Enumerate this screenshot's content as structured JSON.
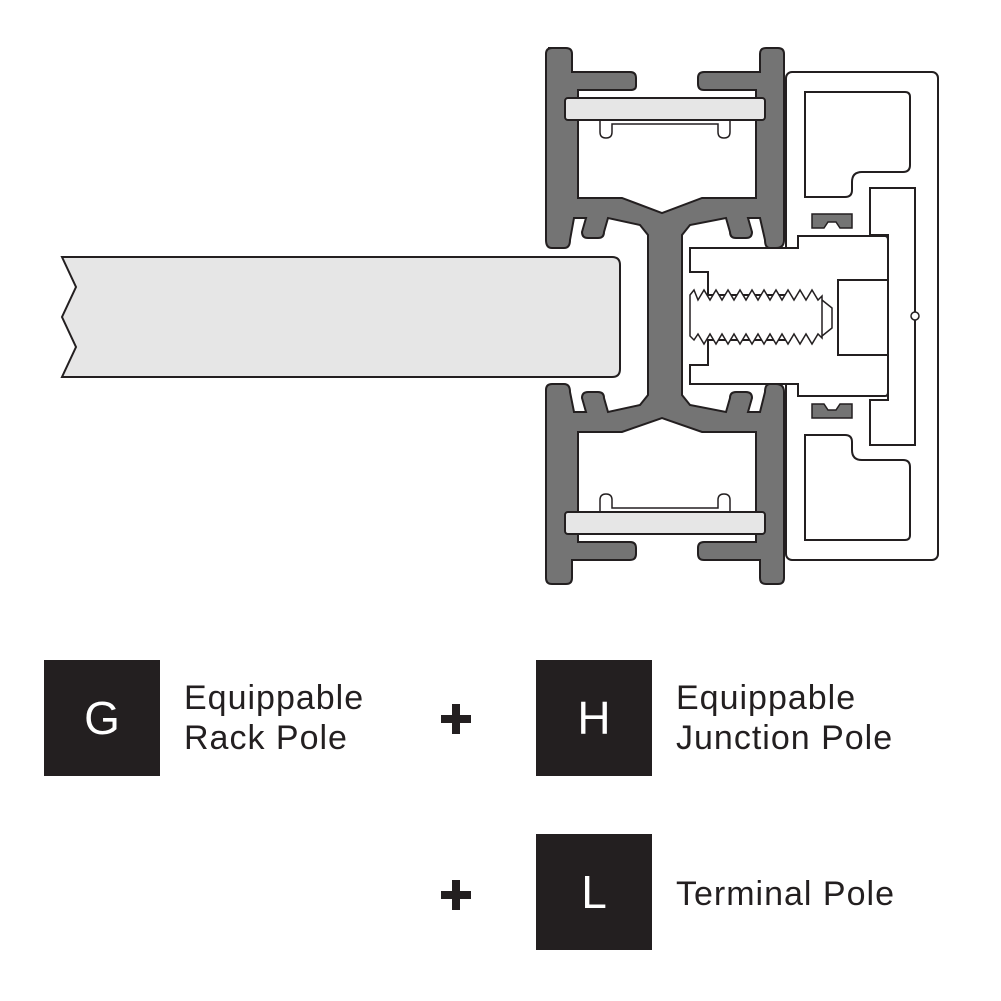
{
  "colors": {
    "profile_fill": "#747474",
    "panel_fill": "#e6e6e6",
    "outline": "#231f20",
    "badge_bg": "#231f20",
    "badge_text": "#ffffff"
  },
  "legend": {
    "items": [
      {
        "letter": "G",
        "line1": "Equippable",
        "line2": "Rack Pole"
      },
      {
        "letter": "H",
        "line1": "Equippable",
        "line2": "Junction Pole"
      },
      {
        "letter": "L",
        "line1": "Terminal Pole",
        "line2": ""
      }
    ]
  },
  "icons": {
    "plus_1": "plus-icon",
    "plus_2": "plus-icon"
  }
}
